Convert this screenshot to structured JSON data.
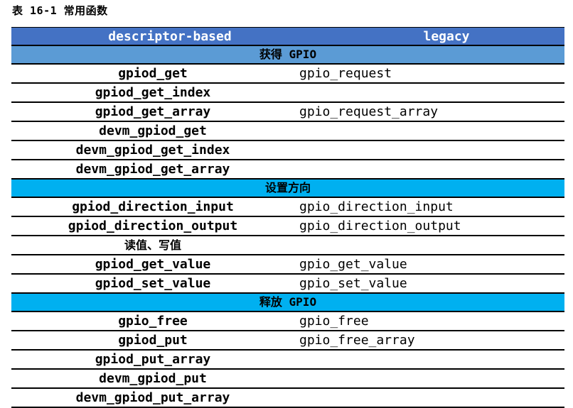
{
  "title": "表 16-1 常用函数",
  "table": {
    "columns": [
      "descriptor-based",
      "legacy"
    ],
    "colors": {
      "header_bg": "#4472C4",
      "section_blue_bg": "#5B9BD5",
      "section_cyan_bg": "#00B0F0",
      "header_text": "#FFFFFF",
      "body_text": "#000000",
      "border": "#000000"
    },
    "rows": [
      {
        "type": "section-blue",
        "label": "获得 GPIO"
      },
      {
        "type": "data",
        "left": "gpiod_get",
        "right": "gpio_request"
      },
      {
        "type": "data",
        "left": "gpiod_get_index",
        "right": ""
      },
      {
        "type": "data",
        "left": "gpiod_get_array",
        "right": "gpio_request_array"
      },
      {
        "type": "data",
        "left": "devm_gpiod_get",
        "right": ""
      },
      {
        "type": "data",
        "left": "devm_gpiod_get_index",
        "right": ""
      },
      {
        "type": "data",
        "left": "devm_gpiod_get_array",
        "right": ""
      },
      {
        "type": "section-cyan",
        "label": "设置方向"
      },
      {
        "type": "data",
        "left": "gpiod_direction_input",
        "right": "gpio_direction_input"
      },
      {
        "type": "data",
        "left": "gpiod_direction_output",
        "right": "gpio_direction_output"
      },
      {
        "type": "subheader",
        "left": "读值、写值",
        "right": ""
      },
      {
        "type": "data",
        "left": "gpiod_get_value",
        "right": "gpio_get_value"
      },
      {
        "type": "data",
        "left": "gpiod_set_value",
        "right": "gpio_set_value"
      },
      {
        "type": "section-cyan",
        "label": "释放 GPIO"
      },
      {
        "type": "data",
        "left": "gpio_free",
        "right": "gpio_free"
      },
      {
        "type": "data",
        "left": "gpiod_put",
        "right": "gpio_free_array"
      },
      {
        "type": "data",
        "left": "gpiod_put_array",
        "right": ""
      },
      {
        "type": "data",
        "left": "devm_gpiod_put",
        "right": ""
      },
      {
        "type": "data",
        "left": "devm_gpiod_put_array",
        "right": ""
      }
    ]
  }
}
